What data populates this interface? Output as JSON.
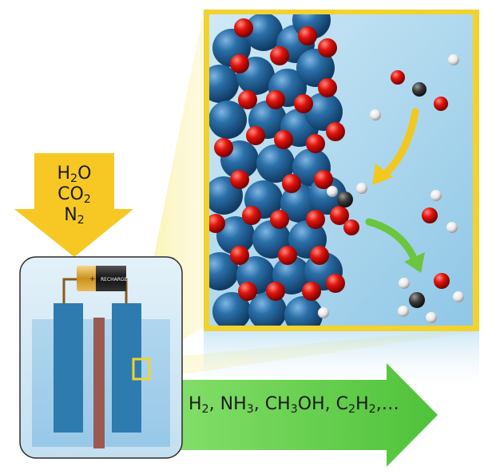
{
  "inputs": [
    {
      "main": "H",
      "sub": "2",
      "tail": "O"
    },
    {
      "main": "CO",
      "sub": "2",
      "tail": ""
    },
    {
      "main": "N",
      "sub": "2",
      "tail": ""
    }
  ],
  "products": [
    {
      "parts": [
        [
          "H",
          ""
        ],
        [
          "2",
          "sub"
        ],
        [
          ",",
          ""
        ]
      ]
    },
    {
      "parts": [
        [
          " NH",
          ""
        ],
        [
          "3",
          "sub"
        ],
        [
          ",",
          ""
        ]
      ]
    },
    {
      "parts": [
        [
          " CH",
          ""
        ],
        [
          "3",
          "sub"
        ],
        [
          "OH,",
          ""
        ]
      ]
    },
    {
      "parts": [
        [
          " C",
          ""
        ],
        [
          "2",
          "sub"
        ],
        [
          "H",
          ""
        ],
        [
          "2",
          "sub"
        ],
        [
          ",…",
          ""
        ]
      ]
    }
  ],
  "battery": {
    "plus": "+",
    "label": "RECHARGE"
  },
  "colors": {
    "frame": "#f2d22e",
    "input_arrow": "#f7c823",
    "output_arrow": "#5fcc4a",
    "electrode": "#2e7bb0",
    "membrane": "#9a5a52",
    "metal_atom": "#1f5f97",
    "oxygen": "#d5160f",
    "carbon": "#3a3a3a",
    "hydrogen": "#f2f2f2"
  }
}
